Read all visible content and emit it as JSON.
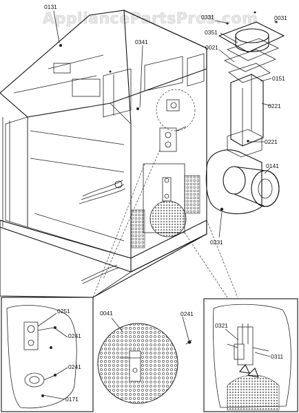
{
  "watermark": "AppliancePartsPros.com",
  "parts": {
    "p0131": "0131",
    "p0331": "0331",
    "p0031": "0031",
    "p0341": "0341",
    "p0351": "0351",
    "p0021": "0021",
    "p0151": "0151",
    "p0221a": "0221",
    "p0221b": "0221",
    "p0141": "0141",
    "p0231": "0231",
    "p0251": "0251",
    "p0241a": "0241",
    "p0241b": "0241",
    "p0241c": "0241",
    "p0171": "0171",
    "p0041": "0041",
    "p0321": "0321",
    "p0311": "0311"
  }
}
